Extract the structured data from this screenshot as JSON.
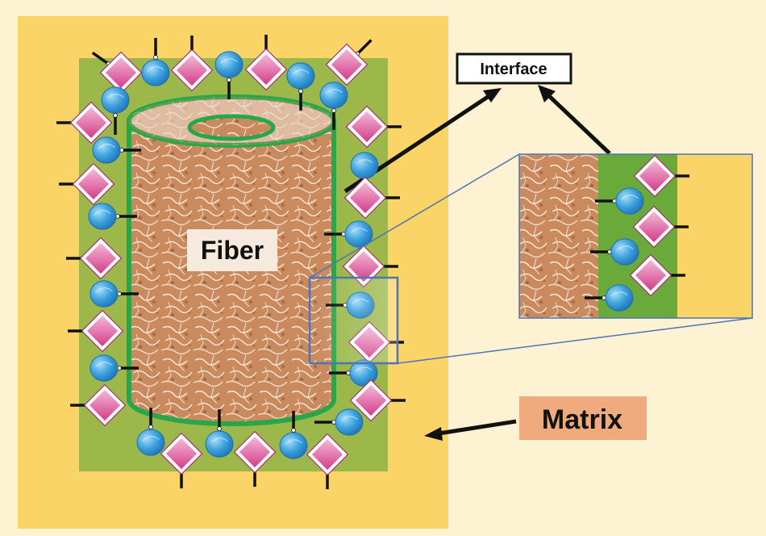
{
  "labels": {
    "fiber": "Fiber",
    "interface": "Interface",
    "matrix": "Matrix"
  },
  "colors": {
    "page_bg": "#fdf3d3",
    "matrix_outer": "#fbd467",
    "interface_layer": "#9cb84b",
    "inset_interface": "#6aaa3a",
    "fiber_fill": "#c98a5e",
    "fiber_outline": "#27a64a",
    "sphere": "#3ba2de",
    "diamond": "#d9408e",
    "matrix_label_bg": "#efaa7d",
    "zoom_box": "#4d74b4"
  },
  "icons": {
    "sphere": "blue-sphere-icon",
    "diamond": "pink-diamond-icon"
  }
}
